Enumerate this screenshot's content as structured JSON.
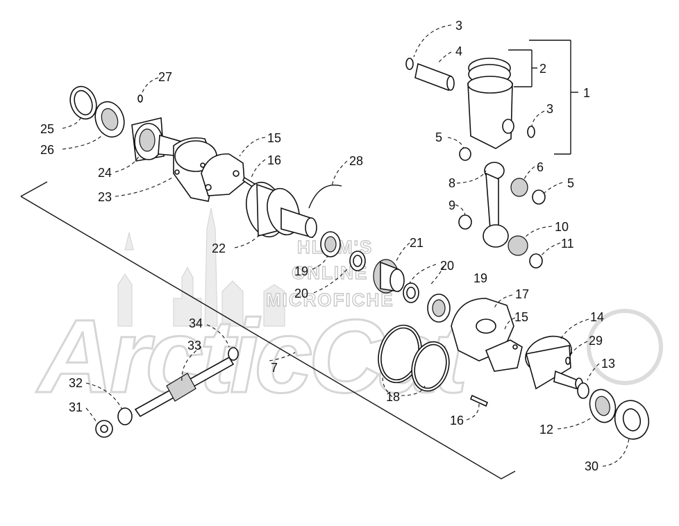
{
  "watermark": {
    "lines": [
      "HLSM'S",
      "ONLINE",
      "MICROFICHE"
    ],
    "logo": "ArcticCat"
  },
  "callouts": [
    {
      "id": "c1",
      "label": "1"
    },
    {
      "id": "c2",
      "label": "2"
    },
    {
      "id": "c3a",
      "label": "3"
    },
    {
      "id": "c3b",
      "label": "3"
    },
    {
      "id": "c4",
      "label": "4"
    },
    {
      "id": "c5a",
      "label": "5"
    },
    {
      "id": "c5b",
      "label": "5"
    },
    {
      "id": "c6",
      "label": "6"
    },
    {
      "id": "c7",
      "label": "7"
    },
    {
      "id": "c8",
      "label": "8"
    },
    {
      "id": "c9",
      "label": "9"
    },
    {
      "id": "c10",
      "label": "10"
    },
    {
      "id": "c11",
      "label": "11"
    },
    {
      "id": "c12",
      "label": "12"
    },
    {
      "id": "c13",
      "label": "13"
    },
    {
      "id": "c14",
      "label": "14"
    },
    {
      "id": "c15a",
      "label": "15"
    },
    {
      "id": "c15b",
      "label": "15"
    },
    {
      "id": "c16a",
      "label": "16"
    },
    {
      "id": "c16b",
      "label": "16"
    },
    {
      "id": "c17",
      "label": "17"
    },
    {
      "id": "c18",
      "label": "18"
    },
    {
      "id": "c19a",
      "label": "19"
    },
    {
      "id": "c19b",
      "label": "19"
    },
    {
      "id": "c20a",
      "label": "20"
    },
    {
      "id": "c20b",
      "label": "20"
    },
    {
      "id": "c21",
      "label": "21"
    },
    {
      "id": "c22",
      "label": "22"
    },
    {
      "id": "c23",
      "label": "23"
    },
    {
      "id": "c24",
      "label": "24"
    },
    {
      "id": "c25",
      "label": "25"
    },
    {
      "id": "c26",
      "label": "26"
    },
    {
      "id": "c27",
      "label": "27"
    },
    {
      "id": "c28",
      "label": "28"
    },
    {
      "id": "c29",
      "label": "29"
    },
    {
      "id": "c30",
      "label": "30"
    },
    {
      "id": "c31",
      "label": "31"
    },
    {
      "id": "c32",
      "label": "32"
    },
    {
      "id": "c33",
      "label": "33"
    },
    {
      "id": "c34",
      "label": "34"
    }
  ]
}
